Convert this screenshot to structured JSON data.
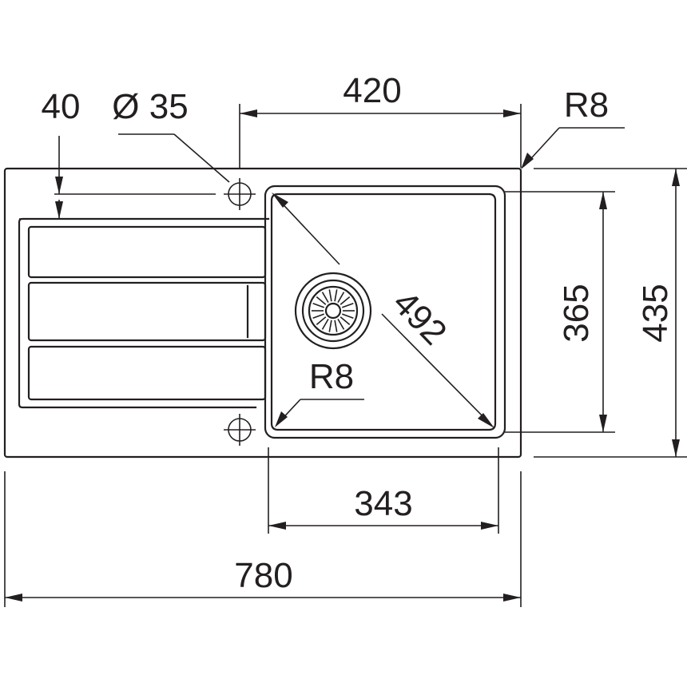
{
  "drawing": {
    "dimensions": {
      "overall_width": "780",
      "overall_depth": "435",
      "bowl_width_top": "420",
      "bowl_width_bottom": "343",
      "bowl_depth": "365",
      "bowl_diagonal": "492",
      "corner_radius_outer": "R8",
      "corner_radius_inner": "R8",
      "tap_hole_diameter": "Ø 35",
      "tap_hole_offset": "40"
    }
  }
}
